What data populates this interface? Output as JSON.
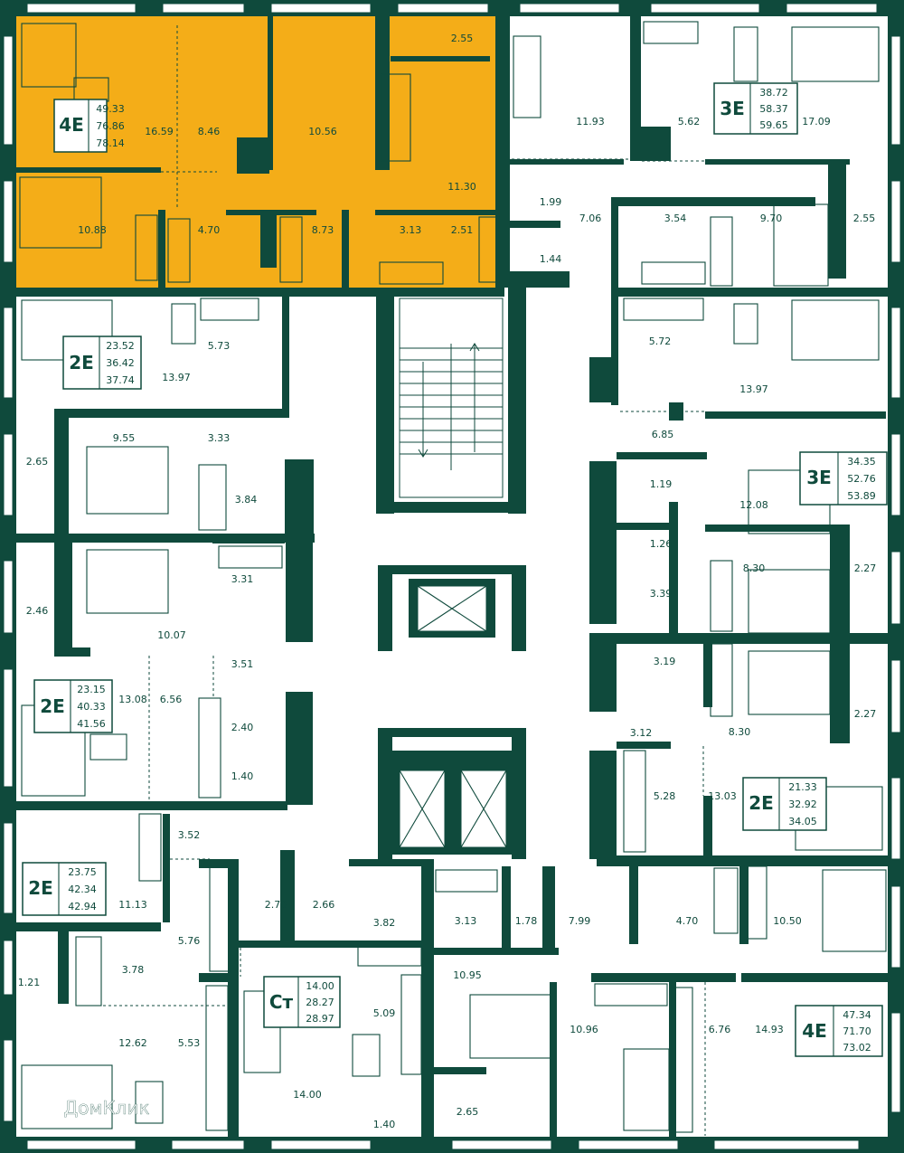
{
  "colors": {
    "wall": "#0f4a3c",
    "highlight": "#f4ad18",
    "background": "#ffffff"
  },
  "watermark": "ДомКлик",
  "apartments": [
    {
      "code": "4E",
      "areas": [
        "49.33",
        "76.86",
        "78.14"
      ],
      "highlighted": true
    },
    {
      "code": "3E",
      "areas": [
        "38.72",
        "58.37",
        "59.65"
      ]
    },
    {
      "code": "2E",
      "areas": [
        "23.52",
        "36.42",
        "37.74"
      ]
    },
    {
      "code": "3E",
      "areas": [
        "34.35",
        "52.76",
        "53.89"
      ]
    },
    {
      "code": "2E",
      "areas": [
        "23.15",
        "40.33",
        "41.56"
      ]
    },
    {
      "code": "2E",
      "areas": [
        "21.33",
        "32.92",
        "34.05"
      ]
    },
    {
      "code": "2E",
      "areas": [
        "23.75",
        "42.34",
        "42.94"
      ]
    },
    {
      "code": "Ст",
      "areas": [
        "14.00",
        "28.27",
        "28.97"
      ]
    },
    {
      "code": "4E",
      "areas": [
        "47.34",
        "71.70",
        "73.02"
      ]
    }
  ],
  "room_areas": [
    "2.55",
    "16.59",
    "8.46",
    "10.56",
    "11.30",
    "10.88",
    "4.70",
    "8.73",
    "3.13",
    "2.51",
    "11.93",
    "5.62",
    "17.09",
    "1.99",
    "7.06",
    "3.54",
    "9.70",
    "2.55",
    "1.44",
    "5.73",
    "13.97",
    "5.72",
    "13.97",
    "9.55",
    "3.33",
    "2.65",
    "3.84",
    "6.85",
    "12.08",
    "1.19",
    "1.26",
    "8.30",
    "2.27",
    "3.39",
    "2.46",
    "3.31",
    "10.07",
    "3.51",
    "3.19",
    "2.27",
    "8.30",
    "13.08",
    "6.56",
    "2.40",
    "3.12",
    "1.40",
    "5.28",
    "13.03",
    "3.52",
    "2.66",
    "3.82",
    "3.13",
    "1.78",
    "7.99",
    "4.70",
    "10.50",
    "11.13",
    "2.70",
    "5.76",
    "1.21",
    "3.78",
    "10.95",
    "10.96",
    "6.76",
    "14.93",
    "12.62",
    "5.53",
    "5.09",
    "14.00",
    "1.40",
    "2.65"
  ]
}
